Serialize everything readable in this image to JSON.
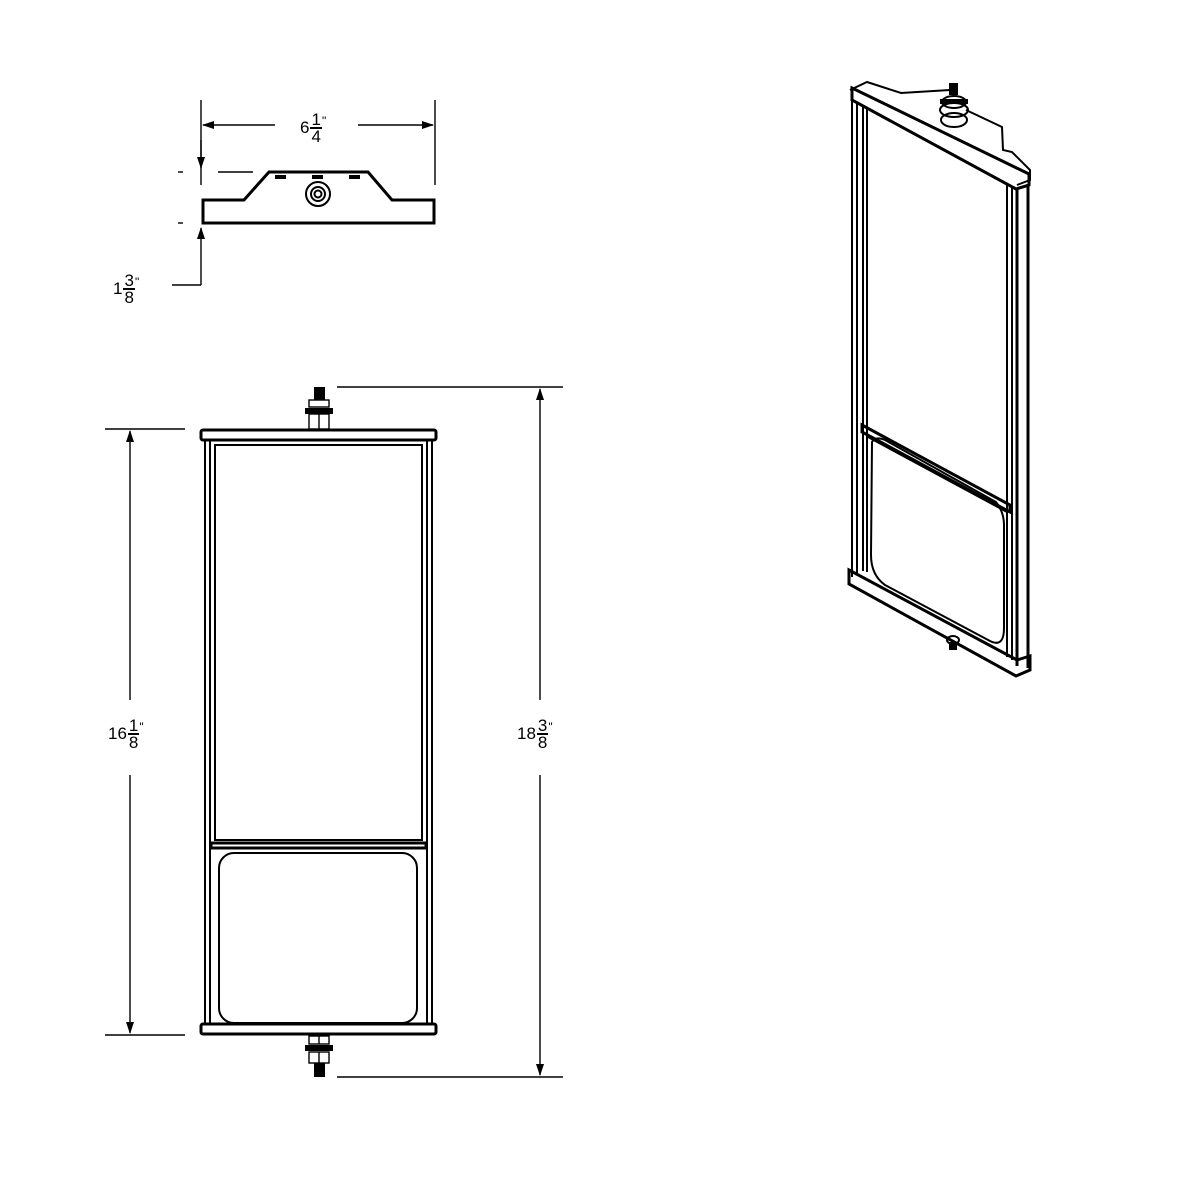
{
  "drawing": {
    "title": "Rectangular mirror dimension drawing",
    "colors": {
      "line": "#000000",
      "background": "#ffffff"
    },
    "views": [
      {
        "name": "top-view",
        "description": "Top view of mirror head with mounting stud"
      },
      {
        "name": "front-view",
        "description": "Front elevation of mirror with upper flat and lower convex panel"
      },
      {
        "name": "isometric-view",
        "description": "Isometric view of mirror assembly"
      }
    ],
    "dimensions": {
      "width": {
        "whole": "6",
        "num": "1",
        "den": "4",
        "unit": "\"",
        "label": "6 1/4\""
      },
      "depth": {
        "whole": "1",
        "num": "3",
        "den": "8",
        "unit": "\"",
        "label": "1 3/8\""
      },
      "body_height": {
        "whole": "16",
        "num": "1",
        "den": "8",
        "unit": "\"",
        "label": "16 1/8\""
      },
      "overall_height": {
        "whole": "18",
        "num": "3",
        "den": "8",
        "unit": "\"",
        "label": "18 3/8\""
      }
    }
  }
}
